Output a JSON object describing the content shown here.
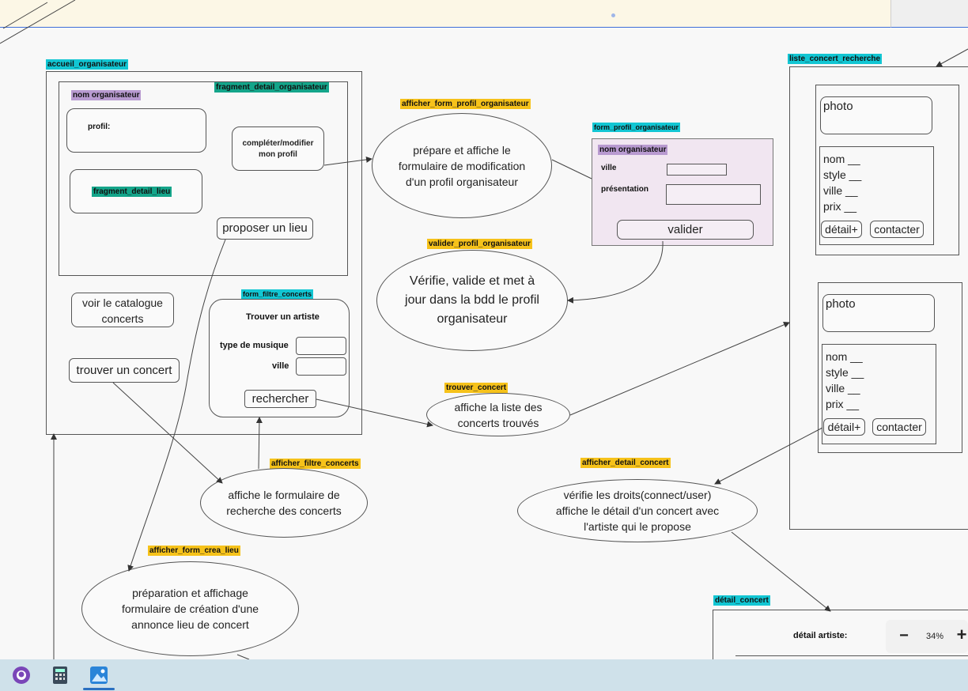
{
  "frames": {
    "accueil": "accueil_organisateur",
    "fragment_detail_organisateur": "fragment_detail_organisateur",
    "nom_organisateur": "nom organisateur",
    "profil": "profil:",
    "fragment_detail_lieu": "fragment_detail_lieu",
    "completer_modifier": "compléter/modifier mon profil",
    "proposer_lieu": "proposer un lieu",
    "voir_catalogue": "voir le catalogue concerts",
    "trouver_concert": "trouver un concert",
    "form_filtre_concerts": "form_filtre_concerts",
    "trouver_artiste": "Trouver un artiste",
    "type_musique": "type de musique",
    "ville": "ville",
    "rechercher": "rechercher"
  },
  "actions": {
    "afficher_form_profil_organisateur": "afficher_form_profil_organisateur",
    "afficher_form_profil_text": "prépare et affiche le formulaire de modification d'un profil organisateur",
    "valider_profil_organisateur": "valider_profil_organisateur",
    "valider_profil_text": "Vérifie, valide et met à jour dans la bdd le profil organisateur",
    "trouver_concert": "trouver_concert",
    "trouver_concert_text": "affiche la  liste des concerts trouvés",
    "afficher_filtre_concerts": "afficher_filtre_concerts",
    "afficher_filtre_text": "affiche le formulaire de recherche des concerts",
    "afficher_form_crea_lieu": "afficher_form_crea_lieu",
    "afficher_form_crea_lieu_text": "préparation et affichage formulaire de création d'une annonce lieu de concert",
    "afficher_detail_concert": "afficher_detail_concert",
    "afficher_detail_concert_text": "vérifie les droits(connect/user) affiche le détail d'un concert avec l'artiste qui le propose"
  },
  "form_profil": {
    "title": "form_profil_organisateur",
    "nom_organisateur": "nom organisateur",
    "ville": "ville",
    "presentation": "présentation",
    "valider": "valider"
  },
  "liste": {
    "title": "liste_concert_recherche",
    "cards": [
      {
        "photo": "photo",
        "nom": "nom __",
        "style": "style __",
        "ville": "ville __",
        "prix": "prix __",
        "detail": "détail+",
        "contacter": "contacter"
      },
      {
        "photo": "photo",
        "nom": "nom __",
        "style": "style __",
        "ville": "ville __",
        "prix": "prix __",
        "detail": "détail+",
        "contacter": "contacter"
      }
    ]
  },
  "detail_concert": {
    "title": "détail_concert",
    "artiste": "détail artiste:"
  },
  "zoom": {
    "minus": "−",
    "level": "34%",
    "plus": "+"
  },
  "colors": {
    "label_cyan": "#12c6d3",
    "label_green": "#14a58a",
    "label_gold": "#f6c21a",
    "label_purple": "#b89ad0",
    "form_bg": "#f1e6f1"
  },
  "taskbar": {
    "icons": [
      "github-icon",
      "calculator-icon",
      "photos-icon"
    ]
  }
}
